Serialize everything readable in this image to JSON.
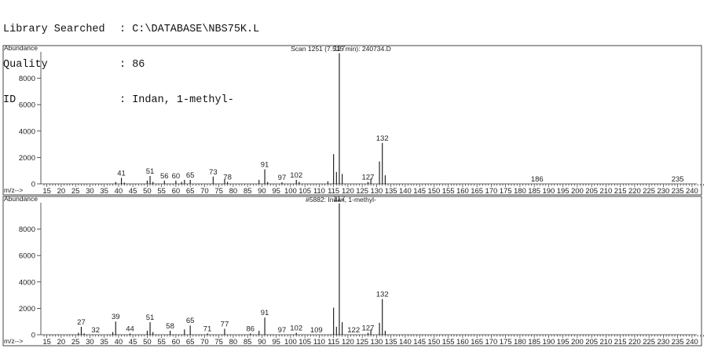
{
  "header": {
    "rows": [
      {
        "key": "Library Searched",
        "value": ": C:\\DATABASE\\NBS75K.L"
      },
      {
        "key": "Quality",
        "value": ": 86"
      },
      {
        "key": "ID",
        "value": ": Indan, 1-methyl-"
      }
    ]
  },
  "chart_data": [
    {
      "type": "bar",
      "title": "Scan 1251 (7.515 min): 240734.D",
      "ylabel": "Abundance",
      "xlabel": "m/z-->",
      "xlim": [
        14,
        244
      ],
      "ylim": [
        0,
        10000
      ],
      "yticks": [
        0,
        2000,
        4000,
        6000,
        8000
      ],
      "xticks": [
        15,
        20,
        25,
        30,
        35,
        40,
        45,
        50,
        55,
        60,
        65,
        70,
        75,
        80,
        85,
        90,
        95,
        100,
        105,
        110,
        115,
        120,
        125,
        130,
        135,
        140,
        145,
        150,
        155,
        160,
        165,
        170,
        175,
        180,
        185,
        190,
        195,
        200,
        205,
        210,
        215,
        220,
        225,
        230,
        235,
        240
      ],
      "peaks": [
        {
          "mz": 39,
          "y": 150
        },
        {
          "mz": 41,
          "y": 450,
          "label": "41"
        },
        {
          "mz": 42,
          "y": 100
        },
        {
          "mz": 50,
          "y": 250
        },
        {
          "mz": 51,
          "y": 600,
          "label": "51"
        },
        {
          "mz": 52,
          "y": 150
        },
        {
          "mz": 56,
          "y": 250,
          "label": "56"
        },
        {
          "mz": 60,
          "y": 250,
          "label": "60"
        },
        {
          "mz": 62,
          "y": 150
        },
        {
          "mz": 63,
          "y": 300
        },
        {
          "mz": 65,
          "y": 300,
          "label": "65"
        },
        {
          "mz": 73,
          "y": 550,
          "label": "73"
        },
        {
          "mz": 77,
          "y": 350
        },
        {
          "mz": 78,
          "y": 150,
          "label": "78"
        },
        {
          "mz": 89,
          "y": 300
        },
        {
          "mz": 91,
          "y": 1100,
          "label": "91"
        },
        {
          "mz": 92,
          "y": 150
        },
        {
          "mz": 97,
          "y": 120,
          "label": "97"
        },
        {
          "mz": 102,
          "y": 300,
          "label": "102"
        },
        {
          "mz": 103,
          "y": 150
        },
        {
          "mz": 113,
          "y": 200
        },
        {
          "mz": 115,
          "y": 2250
        },
        {
          "mz": 116,
          "y": 900
        },
        {
          "mz": 117,
          "y": 9900,
          "label": "117"
        },
        {
          "mz": 118,
          "y": 750
        },
        {
          "mz": 127,
          "y": 150,
          "label": "127"
        },
        {
          "mz": 128,
          "y": 400
        },
        {
          "mz": 131,
          "y": 1700
        },
        {
          "mz": 132,
          "y": 3100,
          "label": "132"
        },
        {
          "mz": 133,
          "y": 650
        },
        {
          "mz": 186,
          "y": 0,
          "label": "186"
        },
        {
          "mz": 235,
          "y": 0,
          "label": "235"
        }
      ]
    },
    {
      "type": "bar",
      "title": "#5882: Indan, 1-methyl-",
      "ylabel": "Abundance",
      "xlabel": "m/z-->",
      "xlim": [
        14,
        244
      ],
      "ylim": [
        0,
        10000
      ],
      "yticks": [
        0,
        2000,
        4000,
        6000,
        8000
      ],
      "xticks": [
        15,
        20,
        25,
        30,
        35,
        40,
        45,
        50,
        55,
        60,
        65,
        70,
        75,
        80,
        85,
        90,
        95,
        100,
        105,
        110,
        115,
        120,
        125,
        130,
        135,
        140,
        145,
        150,
        155,
        160,
        165,
        170,
        175,
        180,
        185,
        190,
        195,
        200,
        205,
        210,
        215,
        220,
        225,
        230,
        235,
        240
      ],
      "peaks": [
        {
          "mz": 26,
          "y": 150
        },
        {
          "mz": 27,
          "y": 600,
          "label": "27"
        },
        {
          "mz": 28,
          "y": 100
        },
        {
          "mz": 32,
          "y": 0,
          "label": "32"
        },
        {
          "mz": 38,
          "y": 200
        },
        {
          "mz": 39,
          "y": 1000,
          "label": "39"
        },
        {
          "mz": 44,
          "y": 100,
          "label": "44"
        },
        {
          "mz": 50,
          "y": 300
        },
        {
          "mz": 51,
          "y": 950,
          "label": "51"
        },
        {
          "mz": 52,
          "y": 200
        },
        {
          "mz": 58,
          "y": 300,
          "label": "58"
        },
        {
          "mz": 63,
          "y": 400
        },
        {
          "mz": 65,
          "y": 700,
          "label": "65"
        },
        {
          "mz": 71,
          "y": 100,
          "label": "71"
        },
        {
          "mz": 77,
          "y": 450,
          "label": "77"
        },
        {
          "mz": 86,
          "y": 100,
          "label": "86"
        },
        {
          "mz": 89,
          "y": 300
        },
        {
          "mz": 91,
          "y": 1300,
          "label": "91"
        },
        {
          "mz": 97,
          "y": 0,
          "label": "97"
        },
        {
          "mz": 102,
          "y": 150,
          "label": "102"
        },
        {
          "mz": 109,
          "y": 0,
          "label": "109"
        },
        {
          "mz": 115,
          "y": 2050
        },
        {
          "mz": 116,
          "y": 600
        },
        {
          "mz": 117,
          "y": 9950,
          "label": "117"
        },
        {
          "mz": 118,
          "y": 950
        },
        {
          "mz": 122,
          "y": 0,
          "label": "122"
        },
        {
          "mz": 127,
          "y": 150,
          "label": "127"
        },
        {
          "mz": 128,
          "y": 400
        },
        {
          "mz": 131,
          "y": 900
        },
        {
          "mz": 132,
          "y": 2700,
          "label": "132"
        },
        {
          "mz": 133,
          "y": 300
        }
      ]
    }
  ]
}
